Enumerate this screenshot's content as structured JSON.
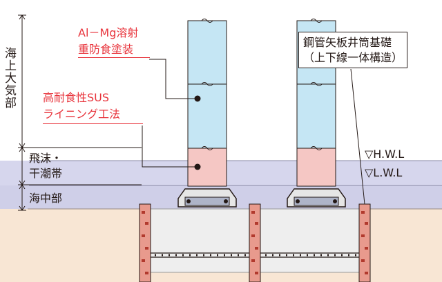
{
  "coating_label": {
    "line1": "Al－Mg溶射",
    "line2": "重防食塗装"
  },
  "lining_label": {
    "line1": "高耐食性SUS",
    "line2": "ライニング工法"
  },
  "foundation_label": {
    "line1": "鋼管矢板井筒基礎",
    "line2": "（上下線一体構造）"
  },
  "zones": {
    "atmospheric": "海上大気部",
    "splash": "飛沫・",
    "tidal": "干潮帯",
    "submerged": "海中部"
  },
  "water_levels": {
    "high": "▽H.W.L",
    "low": "▽L.W.L"
  },
  "colors": {
    "pier_blue": "#c5e6f4",
    "pier_pink": "#f5c7c4",
    "water": "#d2d2eb",
    "seabed": "#f8e6d4",
    "pile": "#e89a8d",
    "red_text": "#e8343c"
  }
}
